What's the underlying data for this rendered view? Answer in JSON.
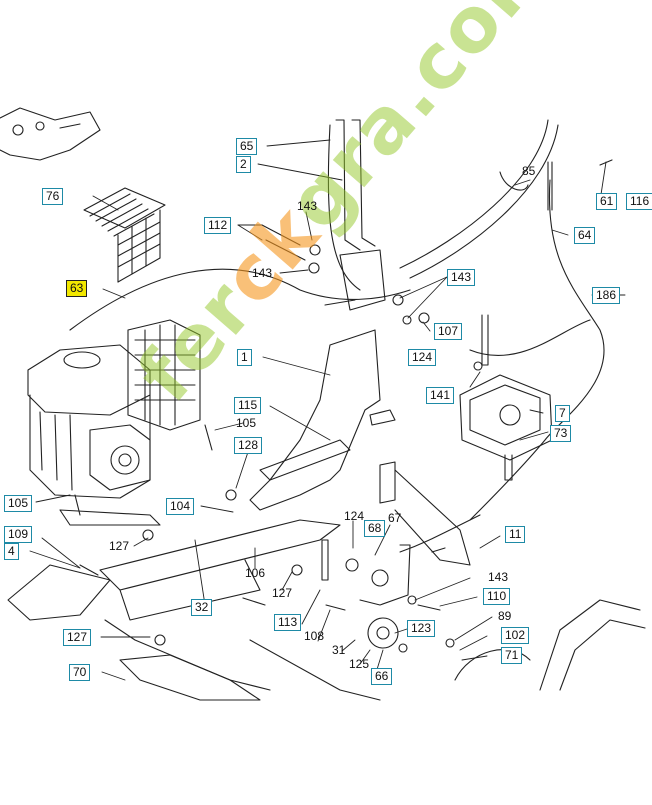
{
  "diagram": {
    "callouts": [
      {
        "id": "76",
        "label": "76"
      },
      {
        "id": "63",
        "label": "63"
      },
      {
        "id": "65",
        "label": "65"
      },
      {
        "id": "2",
        "label": "2"
      },
      {
        "id": "143a",
        "label": "143"
      },
      {
        "id": "112",
        "label": "112"
      },
      {
        "id": "143b",
        "label": "143"
      },
      {
        "id": "143c",
        "label": "143"
      },
      {
        "id": "85",
        "label": "85"
      },
      {
        "id": "61",
        "label": "61"
      },
      {
        "id": "116",
        "label": "116"
      },
      {
        "id": "64",
        "label": "64"
      },
      {
        "id": "186",
        "label": "186"
      },
      {
        "id": "107",
        "label": "107"
      },
      {
        "id": "124a",
        "label": "124"
      },
      {
        "id": "1",
        "label": "1"
      },
      {
        "id": "141",
        "label": "141"
      },
      {
        "id": "7",
        "label": "7"
      },
      {
        "id": "73",
        "label": "73"
      },
      {
        "id": "115",
        "label": "115"
      },
      {
        "id": "105a",
        "label": "105"
      },
      {
        "id": "128",
        "label": "128"
      },
      {
        "id": "105b",
        "label": "105"
      },
      {
        "id": "104",
        "label": "104"
      },
      {
        "id": "124b",
        "label": "124"
      },
      {
        "id": "68",
        "label": "68"
      },
      {
        "id": "67",
        "label": "67"
      },
      {
        "id": "11",
        "label": "11"
      },
      {
        "id": "109",
        "label": "109"
      },
      {
        "id": "4",
        "label": "4"
      },
      {
        "id": "127a",
        "label": "127"
      },
      {
        "id": "106",
        "label": "106"
      },
      {
        "id": "127b",
        "label": "127"
      },
      {
        "id": "32",
        "label": "32"
      },
      {
        "id": "143d",
        "label": "143"
      },
      {
        "id": "110",
        "label": "110"
      },
      {
        "id": "89",
        "label": "89"
      },
      {
        "id": "113",
        "label": "113"
      },
      {
        "id": "108",
        "label": "108"
      },
      {
        "id": "123",
        "label": "123"
      },
      {
        "id": "127c",
        "label": "127"
      },
      {
        "id": "31",
        "label": "31"
      },
      {
        "id": "102",
        "label": "102"
      },
      {
        "id": "125",
        "label": "125"
      },
      {
        "id": "71",
        "label": "71"
      },
      {
        "id": "70",
        "label": "70"
      },
      {
        "id": "66",
        "label": "66"
      }
    ],
    "highlighted_part": "63"
  },
  "watermark": {
    "prefix": "fer",
    "accent": "ck",
    "suffix": "gra.com"
  },
  "colors": {
    "callout_border": "#1e8aa6",
    "highlight_fill": "#f2e800",
    "line": "#222222",
    "watermark": "#94c828"
  }
}
